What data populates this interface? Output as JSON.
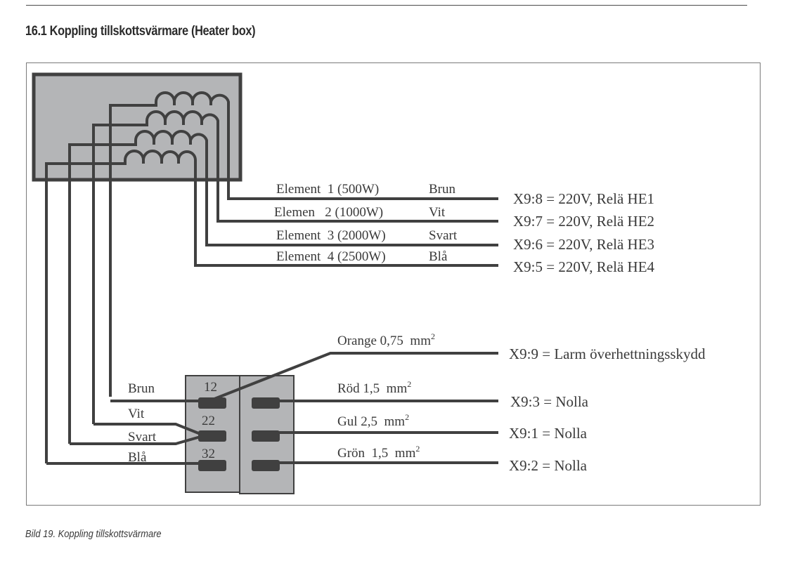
{
  "section": {
    "title": "16.1 Koppling tillskottsvärmare (Heater box)"
  },
  "diagram": {
    "elements": [
      {
        "label": "Element  1 (500W)",
        "color": "Brun",
        "terminal": "X9:8 = 220V, Relä HE1"
      },
      {
        "label": "Elemen   2 (1000W)",
        "color": "Vit",
        "terminal": "X9:7 = 220V, Relä HE2"
      },
      {
        "label": "Element  3 (2000W)",
        "color": "Svart",
        "terminal": "X9:6 = 220V, Relä HE3"
      },
      {
        "label": "Element  4 (2500W)",
        "color": "Blå",
        "terminal": "X9:5 = 220V, Relä HE4"
      }
    ],
    "thermostat": {
      "pins": [
        "12",
        "22",
        "32"
      ],
      "left_wires": [
        "Brun",
        "Vit",
        "Svart",
        "Blå"
      ],
      "outputs": [
        {
          "wire": "Orange 0,75  mm",
          "sup": "2",
          "terminal": "X9:9 = Larm överhettningsskydd"
        },
        {
          "wire": "Röd 1,5  mm",
          "sup": "2",
          "terminal": "X9:3 = Nolla"
        },
        {
          "wire": "Gul 2,5  mm",
          "sup": "2",
          "terminal": "X9:1 = Nolla"
        },
        {
          "wire": "Grön  1,5  mm",
          "sup": "2",
          "terminal": "X9:2 = Nolla"
        }
      ]
    },
    "colors": {
      "wire": "#404040",
      "box_fill": "#b4b5b7",
      "box_border": "#404040",
      "text": "#3a3a3a"
    }
  },
  "caption": "Bild 19. Koppling tillskottsvärmare"
}
